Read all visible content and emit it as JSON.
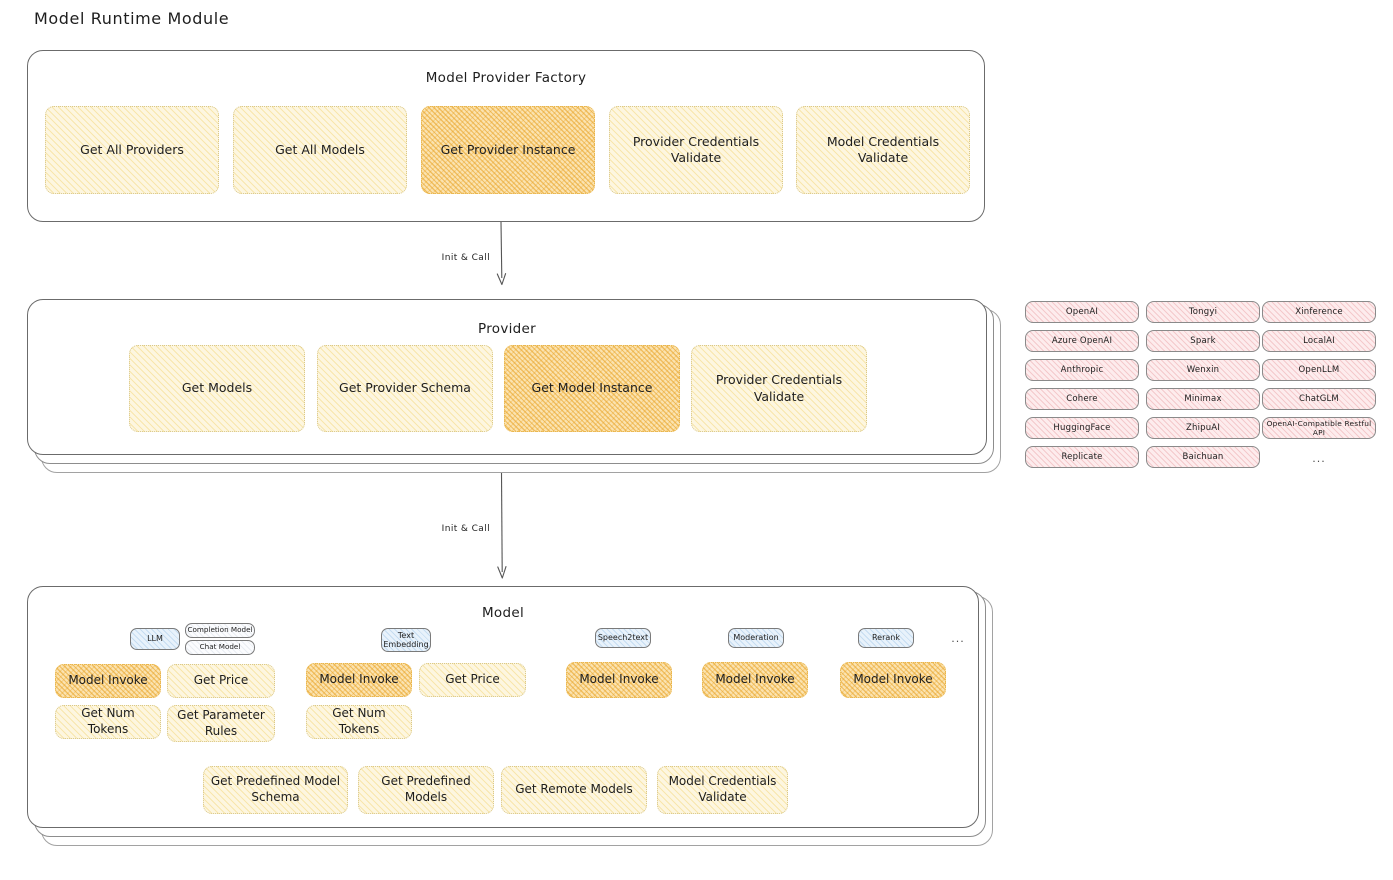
{
  "page": {
    "title": "Model Runtime Module"
  },
  "factory": {
    "title": "Model Provider Factory",
    "boxes": [
      {
        "label": "Get All Providers",
        "highlighted": false
      },
      {
        "label": "Get All Models",
        "highlighted": false
      },
      {
        "label": "Get Provider Instance",
        "highlighted": true
      },
      {
        "label": "Provider Credentials Validate",
        "highlighted": false
      },
      {
        "label": "Model Credentials Validate",
        "highlighted": false
      }
    ]
  },
  "arrows": [
    {
      "label": "Init & Call"
    },
    {
      "label": "Init & Call"
    }
  ],
  "provider": {
    "title": "Provider",
    "boxes": [
      {
        "label": "Get Models",
        "highlighted": false
      },
      {
        "label": "Get Provider Schema",
        "highlighted": false
      },
      {
        "label": "Get Model Instance",
        "highlighted": true
      },
      {
        "label": "Provider Credentials Validate",
        "highlighted": false
      }
    ]
  },
  "provider_list": {
    "columns": [
      [
        "OpenAI",
        "Azure OpenAI",
        "Anthropic",
        "Cohere",
        "HuggingFace",
        "Replicate"
      ],
      [
        "Tongyi",
        "Spark",
        "Wenxin",
        "Minimax",
        "ZhipuAI",
        "Baichuan"
      ],
      [
        "Xinference",
        "LocalAI",
        "OpenLLM",
        "ChatGLM",
        "OpenAI-Compatible Restful API"
      ]
    ],
    "more": "..."
  },
  "model": {
    "title": "Model",
    "more": "...",
    "types": [
      {
        "name": "LLM",
        "sublabels": [
          "Completion Model",
          "Chat Model"
        ],
        "ops": [
          {
            "label": "Model Invoke",
            "highlighted": true
          },
          {
            "label": "Get Price",
            "highlighted": false
          },
          {
            "label": "Get Num Tokens",
            "highlighted": false
          },
          {
            "label": "Get Parameter Rules",
            "highlighted": false
          }
        ]
      },
      {
        "name": "Text Embedding",
        "sublabels": [],
        "ops": [
          {
            "label": "Model Invoke",
            "highlighted": true
          },
          {
            "label": "Get Price",
            "highlighted": false
          },
          {
            "label": "Get Num Tokens",
            "highlighted": false
          }
        ]
      },
      {
        "name": "Speech2text",
        "sublabels": [],
        "ops": [
          {
            "label": "Model Invoke",
            "highlighted": true
          }
        ]
      },
      {
        "name": "Moderation",
        "sublabels": [],
        "ops": [
          {
            "label": "Model Invoke",
            "highlighted": true
          }
        ]
      },
      {
        "name": "Rerank",
        "sublabels": [],
        "ops": [
          {
            "label": "Model Invoke",
            "highlighted": true
          }
        ]
      }
    ],
    "shared_ops": [
      {
        "label": "Get Predefined Model Schema"
      },
      {
        "label": "Get Predefined Models"
      },
      {
        "label": "Get Remote Models"
      },
      {
        "label": "Model Credentials Validate"
      }
    ]
  },
  "colors": {
    "box_fill": "#fdf6e0",
    "box_hot_fill": "#fbe3b0",
    "pill_fill": "#fdeced",
    "chip_fill": "#e8f2fb",
    "stroke": "#6b6b6b",
    "text": "#1e1e1e"
  }
}
